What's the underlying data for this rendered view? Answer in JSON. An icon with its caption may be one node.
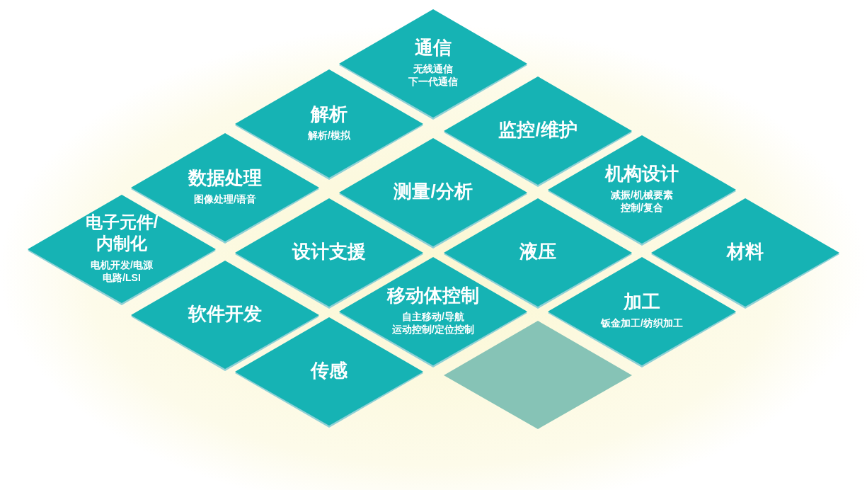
{
  "diagram": {
    "nodes": [
      {
        "text": [
          "通信",
          "无线通信",
          "下一代通信"
        ]
      },
      {
        "text": [
          "解析",
          "解析/模拟"
        ]
      },
      {
        "text": [
          "监控/维护"
        ]
      },
      {
        "text": [
          "数据处理",
          "图像处理/语音"
        ]
      },
      {
        "text": [
          "测量/分析"
        ]
      },
      {
        "text": [
          "机构设计",
          "减振/机械要素控制/复合"
        ]
      },
      {
        "text": [
          "电子元件/内制化",
          "电机开发/电源电路/LSI"
        ]
      },
      {
        "text": [
          "设计支援"
        ]
      },
      {
        "text": [
          "液压"
        ]
      },
      {
        "text": [
          "材料"
        ]
      },
      {
        "text": [
          "软件开发"
        ]
      },
      {
        "text": [
          "移动体控制",
          "自主移动/导航",
          "运动控制/定位控制"
        ]
      },
      {
        "text": [
          "加工",
          "钣金加工/纺织加工"
        ]
      },
      {
        "text": [
          "传感"
        ]
      },
      {
        "text": [],
        "shape": "diamond"
      }
    ],
    "edges": []
  }
}
